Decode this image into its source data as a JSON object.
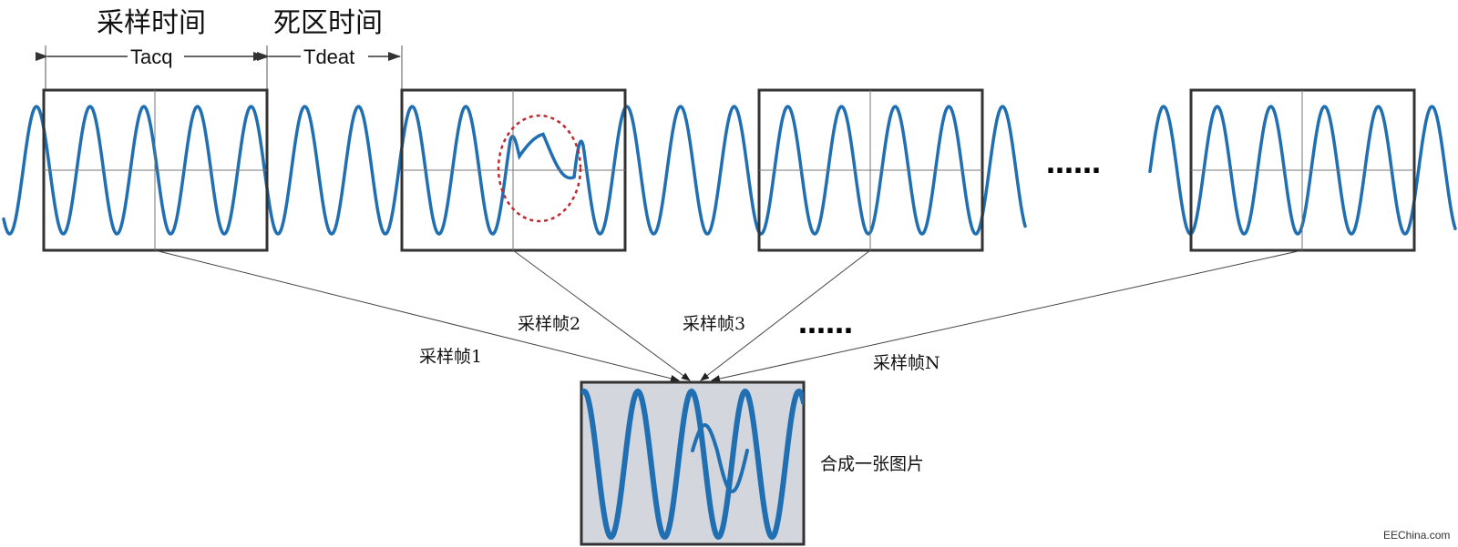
{
  "labels": {
    "sample_time": "采样时间",
    "dead_time": "死区时间",
    "tacq": "Tacq",
    "tdead": "Tdeat",
    "ellipsis_top": "……",
    "ellipsis_mid": "……",
    "frame1": "采样帧1",
    "frame2": "采样帧2",
    "frame3": "采样帧3",
    "frameN": "采样帧N",
    "composite": "合成一张图片",
    "watermark": "EEChina.com"
  },
  "colors": {
    "wave": "#1f6fb2",
    "frame_border": "#333333",
    "crosshair": "#777777",
    "glitch_circle": "#c0282d",
    "composite_bg": "#d3d6dd",
    "arrow": "#333333"
  }
}
